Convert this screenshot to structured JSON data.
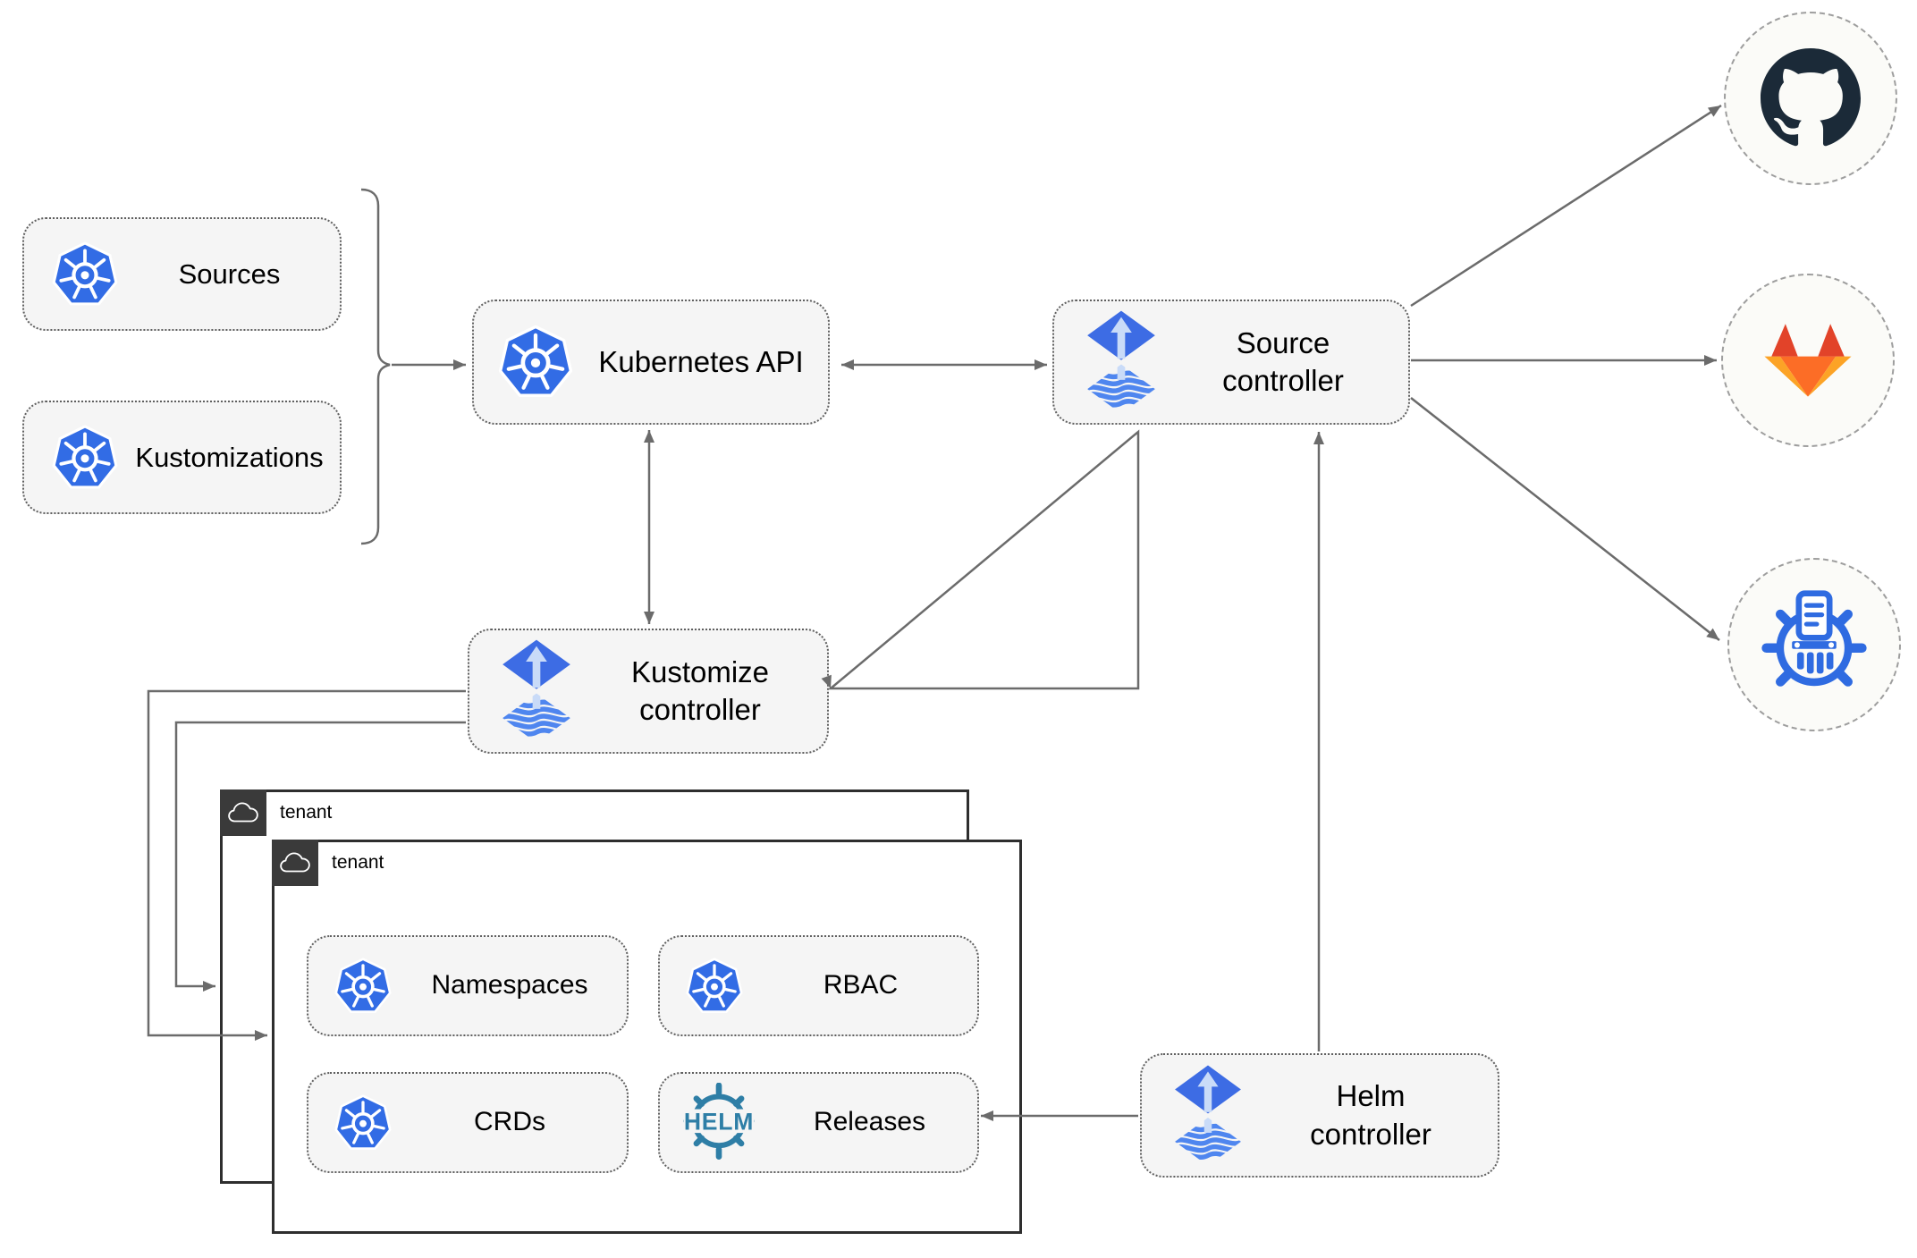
{
  "diagram": {
    "title_hint": "Flux GitOps toolkit architecture",
    "colors": {
      "kubernetes_blue": "#326CE5",
      "flux_blue": "#3D6CE4",
      "flux_arrow_light": "#C9DBF8",
      "flux_wave_blue": "#4F86EF",
      "helm_teal": "#2E7EA6",
      "github_dark": "#1B2A38",
      "gitlab_red": "#E24329",
      "gitlab_orange": "#FC6D26",
      "gitlab_light_orange": "#FCA326",
      "harbor_blue": "#2F6BE1",
      "connector_gray": "#6B6B6B",
      "node_background": "#F5F5F5",
      "tenant_tab_dark": "#3A3A3A"
    },
    "nodes": {
      "sources": {
        "label": "Sources",
        "icon": "kubernetes"
      },
      "kustomizations": {
        "label": "Kustomizations",
        "icon": "kubernetes"
      },
      "kubernetes_api": {
        "label": "Kubernetes API",
        "icon": "kubernetes"
      },
      "source_controller": {
        "label_line1": "Source",
        "label_line2": "controller",
        "icon": "flux"
      },
      "kustomize_controller": {
        "label_line1": "Kustomize",
        "label_line2": "controller",
        "icon": "flux"
      },
      "helm_controller": {
        "label_line1": "Helm",
        "label_line2": "controller",
        "icon": "flux"
      },
      "namespaces": {
        "label": "Namespaces",
        "icon": "kubernetes"
      },
      "rbac": {
        "label": "RBAC",
        "icon": "kubernetes"
      },
      "crds": {
        "label": "CRDs",
        "icon": "kubernetes"
      },
      "releases": {
        "label": "Releases",
        "icon": "helm",
        "logo_text": "HELM"
      }
    },
    "tenants": {
      "outer": {
        "label": "tenant",
        "icon": "cloud"
      },
      "inner": {
        "label": "tenant",
        "icon": "cloud"
      }
    },
    "endpoints": {
      "github": {
        "icon": "github-octocat"
      },
      "gitlab": {
        "icon": "gitlab-tanuki"
      },
      "harbor": {
        "icon": "harbor-registry"
      }
    },
    "edges": [
      {
        "from": "sources+kustomizations",
        "to": "kubernetes_api",
        "style": "brace-arrow"
      },
      {
        "from": "kubernetes_api",
        "to": "source_controller",
        "style": "double-arrow"
      },
      {
        "from": "kubernetes_api",
        "to": "kustomize_controller",
        "style": "double-arrow"
      },
      {
        "from": "kustomize_controller",
        "to": "source_controller",
        "style": "arrow"
      },
      {
        "from": "helm_controller",
        "to": "source_controller",
        "style": "arrow"
      },
      {
        "from": "kustomize_controller",
        "to": "tenant_inner",
        "style": "arrow"
      },
      {
        "from": "kustomize_controller",
        "to": "tenant_outer",
        "style": "arrow"
      },
      {
        "from": "helm_controller",
        "to": "releases",
        "style": "arrow"
      },
      {
        "from": "source_controller",
        "to": "github",
        "style": "arrow"
      },
      {
        "from": "source_controller",
        "to": "gitlab",
        "style": "arrow"
      },
      {
        "from": "source_controller",
        "to": "harbor",
        "style": "arrow"
      }
    ]
  }
}
